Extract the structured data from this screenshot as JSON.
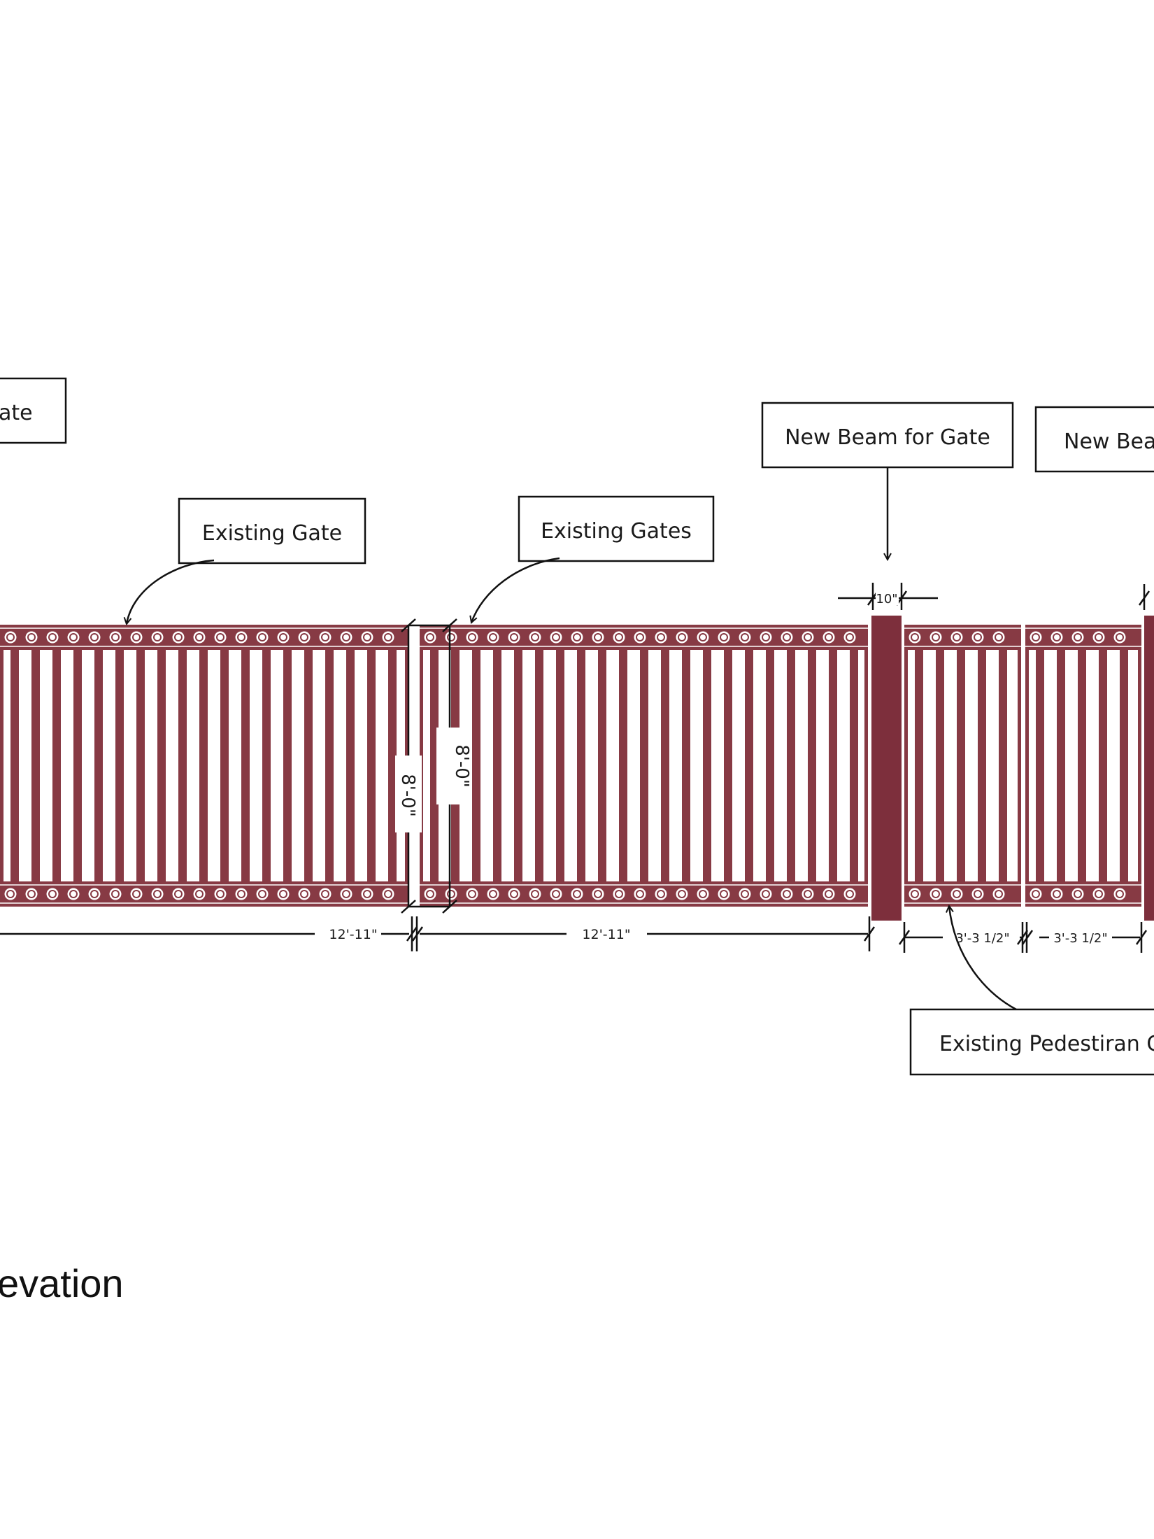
{
  "colors": {
    "fence": "#873a44",
    "beam": "#7d2f3c",
    "ink": "#111111",
    "paper": "#ffffff"
  },
  "callouts": {
    "gate_partial": "ate",
    "existing_gate": "Existing Gate",
    "existing_gates": "Existing Gates",
    "new_beam_for_gate": "New Beam for Gate",
    "new_beam_partial": "New Bear",
    "existing_pedestrian_gate": "Existing Pedestiran Ga"
  },
  "dimensions": {
    "panel_1_width": "12'-11\"",
    "panel_2_width": "12'-11\"",
    "beam_width": "10\"",
    "ped_gate_1_width": "3'-3 1/2\"",
    "ped_gate_2_width": "3'-3 1/2\"",
    "height_left": "8'-0\"",
    "height_right": "8'-0\""
  },
  "drawing_title": "evation"
}
